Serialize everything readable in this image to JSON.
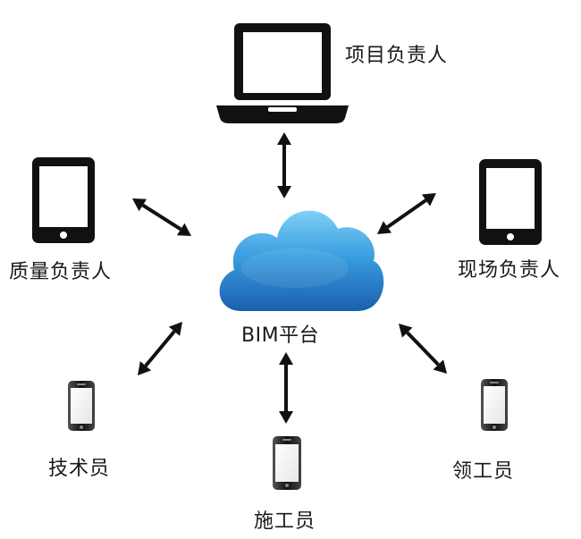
{
  "hub": {
    "label": "BIM平台",
    "icon": "cloud-icon",
    "color_top": "#6cc4f2",
    "color_bottom": "#1f6fc0"
  },
  "nodes": [
    {
      "id": "project-manager",
      "label": "项目负责人",
      "icon": "laptop-icon"
    },
    {
      "id": "quality-manager",
      "label": "质量负责人",
      "icon": "tablet-icon"
    },
    {
      "id": "site-manager",
      "label": "现场负责人",
      "icon": "tablet-icon"
    },
    {
      "id": "technician",
      "label": "技术员",
      "icon": "phone-icon"
    },
    {
      "id": "constructor",
      "label": "施工员",
      "icon": "phone-icon"
    },
    {
      "id": "foreman",
      "label": "领工员",
      "icon": "phone-icon"
    }
  ],
  "edges": [
    {
      "from": "hub",
      "to": "project-manager",
      "type": "bidirectional-arrow"
    },
    {
      "from": "hub",
      "to": "quality-manager",
      "type": "bidirectional-arrow"
    },
    {
      "from": "hub",
      "to": "site-manager",
      "type": "bidirectional-arrow"
    },
    {
      "from": "hub",
      "to": "technician",
      "type": "bidirectional-arrow"
    },
    {
      "from": "hub",
      "to": "constructor",
      "type": "bidirectional-arrow"
    },
    {
      "from": "hub",
      "to": "foreman",
      "type": "bidirectional-arrow"
    }
  ],
  "colors": {
    "device": "#111111",
    "arrow": "#111111",
    "text": "#1a1a1a"
  }
}
